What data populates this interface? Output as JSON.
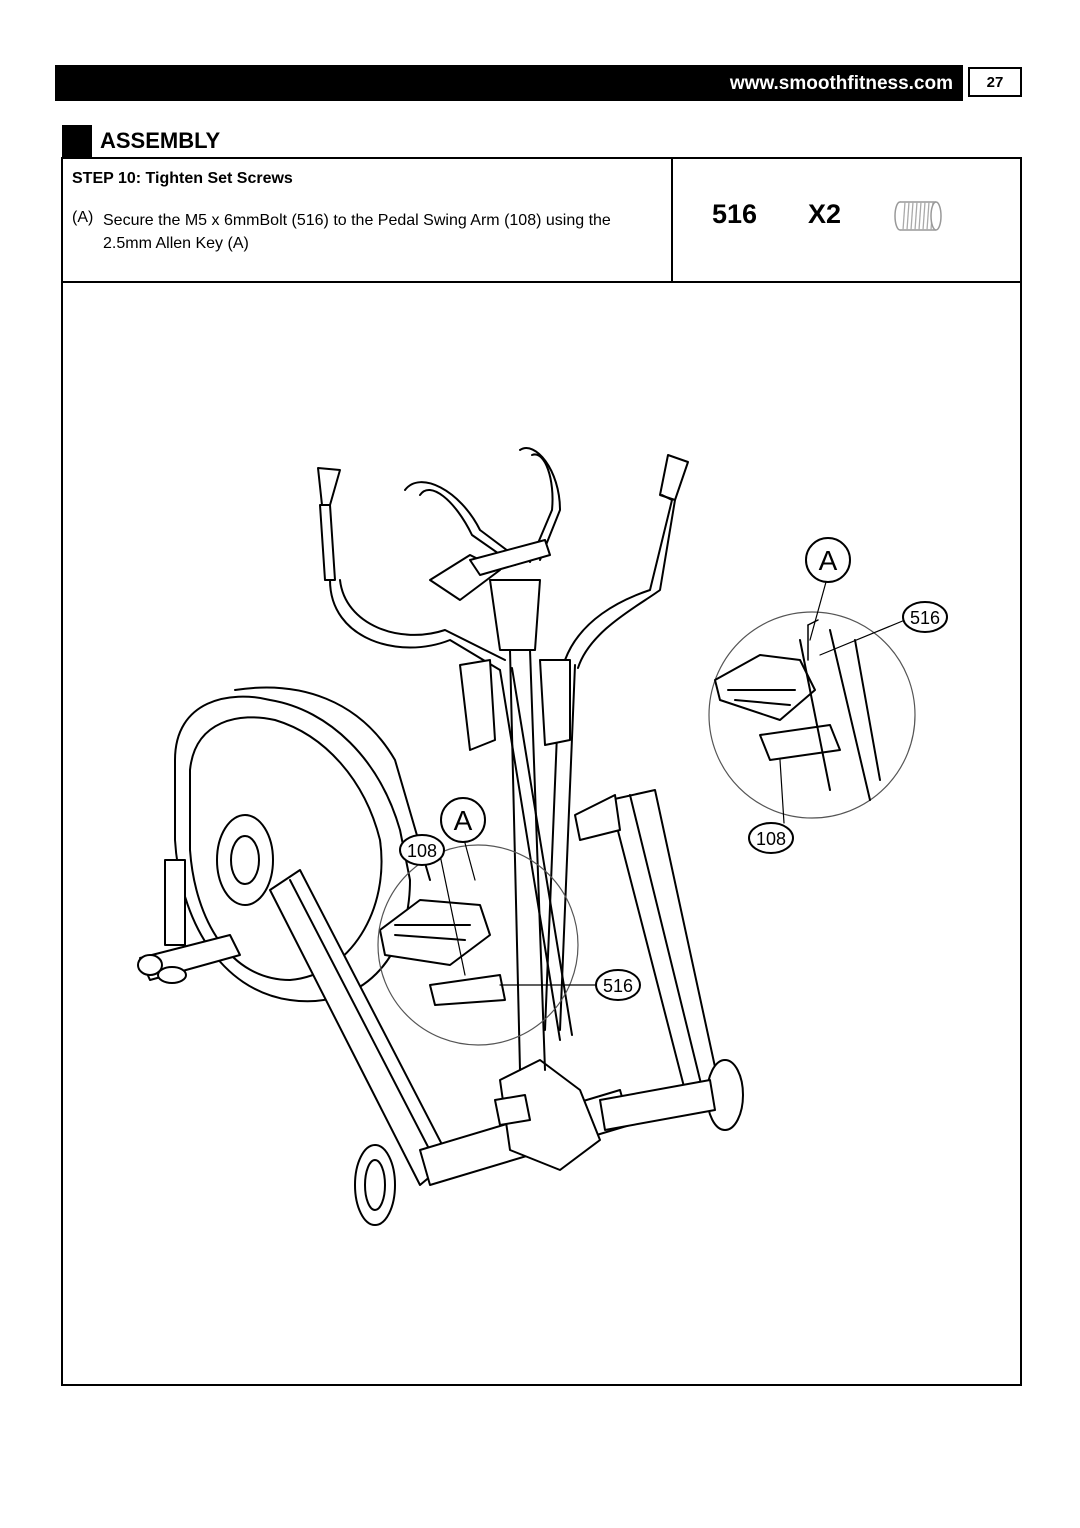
{
  "header": {
    "url": "www.smoothfitness.com",
    "page_number": "27"
  },
  "section": {
    "title": "ASSEMBLY"
  },
  "step": {
    "title": "STEP 10: Tighten Set Screws",
    "instruction_marker": "(A)",
    "instruction": "Secure the M5 x 6mmBolt (516) to the Pedal Swing Arm (108) using the 2.5mm Allen Key (A)"
  },
  "parts": {
    "part_number": "516",
    "quantity": "X2",
    "icon": "set-screw-icon"
  },
  "illustration": {
    "detail_label_top": "A",
    "detail_label_main": "A",
    "callout_516_detail": "516",
    "callout_108_detail": "108",
    "callout_108_main": "108",
    "callout_516_main": "516"
  }
}
